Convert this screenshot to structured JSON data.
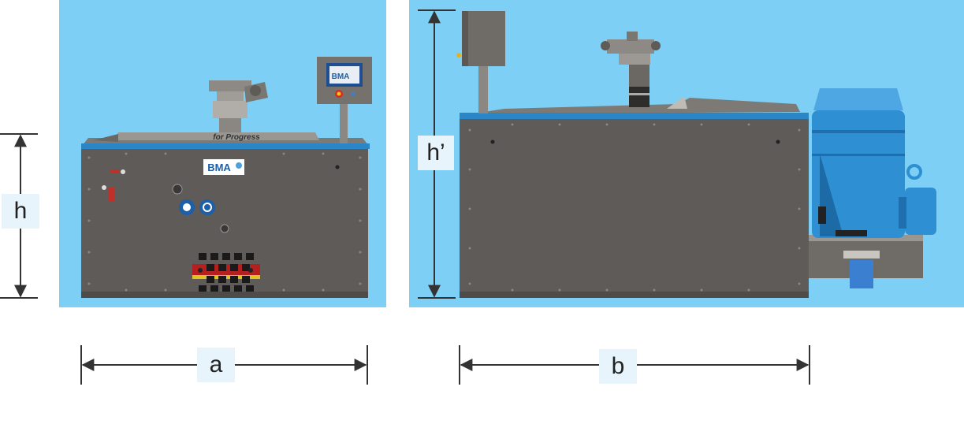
{
  "labels": {
    "h": "h",
    "h_prime": "h’",
    "a": "a",
    "b": "b"
  },
  "logos": {
    "brand": "BMA",
    "slogan": "for Progress"
  },
  "colors": {
    "panel_bg": "#7ecff5",
    "housing": "#5e5b58",
    "blue_rim": "#2b86c8",
    "motor_blue": "#2e8fd2",
    "dimension_line": "#333333",
    "label_bg": "#e8f4fb"
  }
}
